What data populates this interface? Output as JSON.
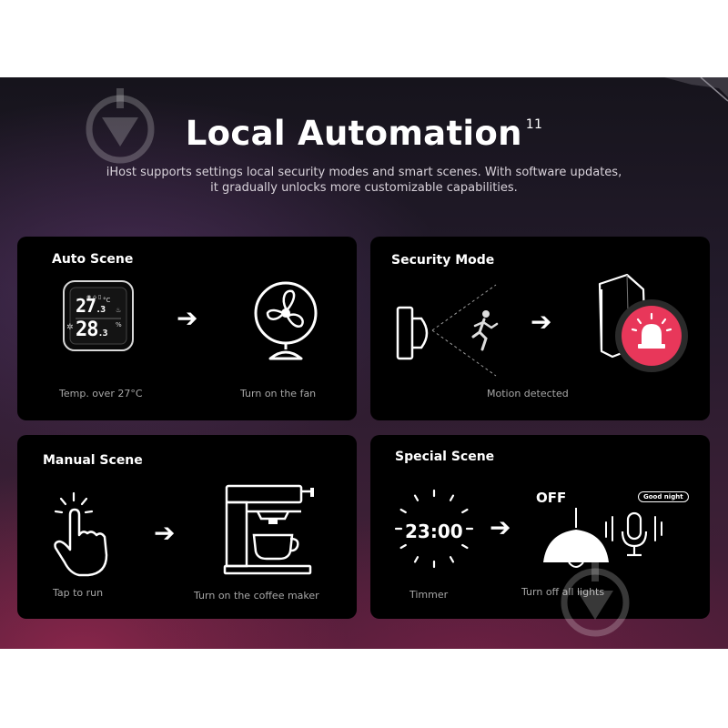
{
  "header": {
    "title": "Local Automation",
    "title_sup": "11",
    "subtitle_line1": "iHost supports settings local security modes and smart scenes. With software updates,",
    "subtitle_line2": "it gradually unlocks more customizable capabilities."
  },
  "cards": {
    "auto_scene": {
      "title": "Auto Scene",
      "sensor_temp": "27",
      "sensor_temp_decimal": ".3",
      "sensor_temp_unit": "°C",
      "sensor_humidity": "28",
      "sensor_humidity_decimal": ".3",
      "sensor_humidity_unit": "%",
      "caption_left": "Temp. over 27°C",
      "caption_right": "Turn on the fan"
    },
    "security_mode": {
      "title": "Security Mode",
      "caption": "Motion detected"
    },
    "manual_scene": {
      "title": "Manual Scene",
      "caption_left": "Tap to run",
      "caption_right": "Turn on the coffee maker"
    },
    "special_scene": {
      "title": "Special Scene",
      "clock_time": "23:00",
      "lamp_state": "OFF",
      "voice_bubble": "Good night",
      "caption_left": "Timmer",
      "caption_right": "Turn off all lights"
    }
  },
  "arrow_glyph": "➔",
  "colors": {
    "card_bg": "#000000",
    "alarm_red": "#e8375a",
    "caption_gray": "#a8a8a8"
  },
  "icons": [
    "display-sensor-icon",
    "fan-icon",
    "motion-sensor-icon",
    "running-person-icon",
    "hub-icon",
    "alarm-siren-icon",
    "tap-hand-icon",
    "coffee-maker-icon",
    "clock-icon",
    "pendant-lamp-icon",
    "microphone-icon",
    "watermark-icon"
  ]
}
